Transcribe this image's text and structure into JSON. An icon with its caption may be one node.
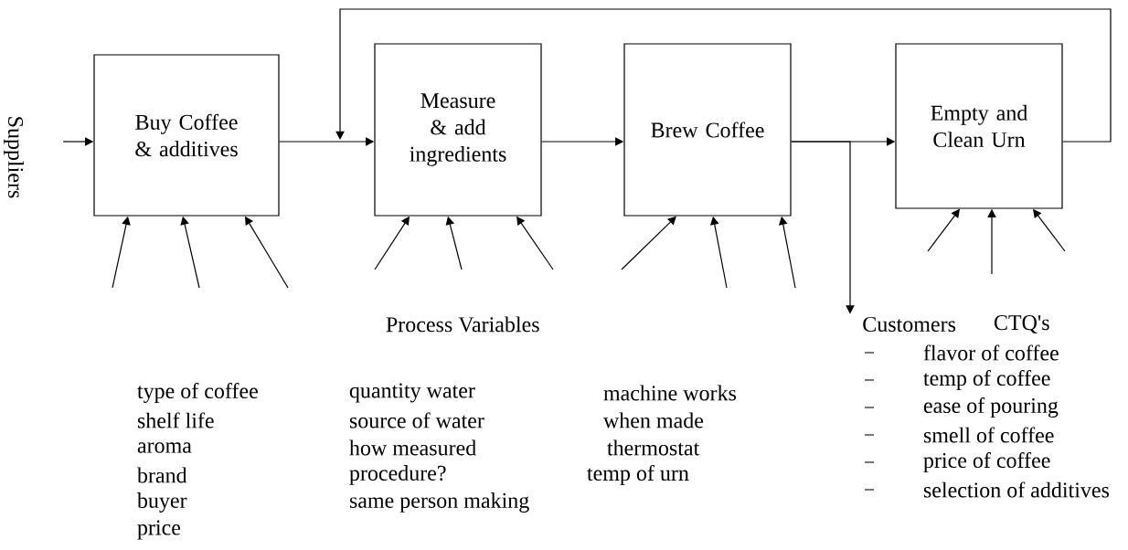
{
  "diagram": {
    "nodes": [
      {
        "text": [
          "Suppliers"
        ]
      },
      {
        "text": [
          "Buy Coffee & additives"
        ]
      },
      {
        "text": [
          "Measure & add ingredients"
        ]
      },
      {
        "text": [
          "Brew Coffee"
        ]
      },
      {
        "text": [
          "Empty and Clean Urn"
        ]
      },
      {
        "text": [
          "Customers"
        ]
      }
    ],
    "edges": [
      {
        "from": 0,
        "to": 1,
        "arrow": "to"
      },
      {
        "from": 1,
        "to": 2,
        "arrow": "to"
      },
      {
        "from": 2,
        "to": 3,
        "arrow": "to"
      },
      {
        "from": 3,
        "to": 4,
        "arrow": "to"
      },
      {
        "from": 3,
        "to": 5,
        "arrow": "to"
      },
      {
        "from": 4,
        "to": 2,
        "arrow": "to"
      },
      {
        "from": null,
        "to": 1,
        "arrow": "to"
      },
      {
        "from": null,
        "to": 1,
        "arrow": "to"
      },
      {
        "from": null,
        "to": 1,
        "arrow": "to"
      },
      {
        "from": null,
        "to": 2,
        "arrow": "to"
      },
      {
        "from": null,
        "to": 2,
        "arrow": "to"
      },
      {
        "from": null,
        "to": 2,
        "arrow": "to"
      },
      {
        "from": null,
        "to": 3,
        "arrow": "to"
      },
      {
        "from": null,
        "to": 3,
        "arrow": "to"
      },
      {
        "from": null,
        "to": 3,
        "arrow": "to"
      },
      {
        "from": null,
        "to": 4,
        "arrow": "to"
      },
      {
        "from": null,
        "to": 4,
        "arrow": "to"
      },
      {
        "from": null,
        "to": 4,
        "arrow": "to"
      }
    ],
    "labels": [
      "Process Variables",
      "CTQ's",
      "type of coffee",
      "shelf life",
      "aroma",
      "brand",
      "buyer",
      "price",
      "quantity water",
      "source of water",
      "how measured",
      "procedure?",
      "same person making",
      "machine works",
      "when made",
      "thermostat",
      "temp of urn",
      "flavor of coffee",
      "temp of coffee",
      "ease of pouring",
      "smell of coffee",
      "price of coffee",
      "selection of additives"
    ]
  }
}
